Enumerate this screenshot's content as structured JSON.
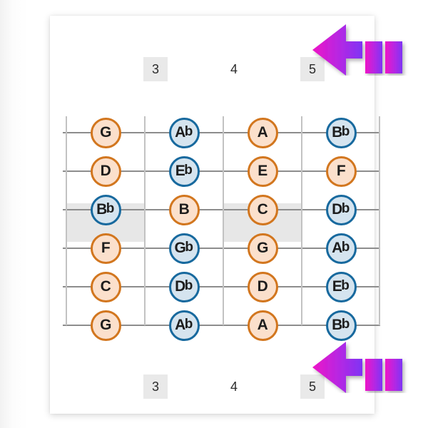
{
  "diagram": {
    "type": "guitar-fretboard",
    "title": "",
    "strings": 6,
    "frets_shown": 4,
    "fret_numbers_top": [
      "3",
      "4",
      "5"
    ],
    "fret_numbers_bottom": [
      "3",
      "4",
      "5"
    ],
    "marked_frets": [
      "3",
      "5"
    ],
    "colors": {
      "natural_ring": "#d2761e",
      "natural_fill": "#fbe0cc",
      "flat_ring": "#17699e",
      "flat_fill": "#d5e4ef",
      "string_line": "#8d8d8d",
      "fret_wire": "#c2c2c2",
      "inlay_shade": "#e7e7e7",
      "fret_label_chip": "#e9e9e9",
      "cursor_magenta": "#e81ec9",
      "cursor_purple": "#8f2bee"
    },
    "rows": [
      {
        "string_index": 1,
        "notes": [
          {
            "label": "G",
            "root": "G",
            "accidental": "",
            "kind": "natural"
          },
          {
            "label": "Ab",
            "root": "A",
            "accidental": "b",
            "kind": "flat"
          },
          {
            "label": "A",
            "root": "A",
            "accidental": "",
            "kind": "natural"
          },
          {
            "label": "Bb",
            "root": "B",
            "accidental": "b",
            "kind": "flat"
          }
        ]
      },
      {
        "string_index": 2,
        "notes": [
          {
            "label": "D",
            "root": "D",
            "accidental": "",
            "kind": "natural"
          },
          {
            "label": "Eb",
            "root": "E",
            "accidental": "b",
            "kind": "flat"
          },
          {
            "label": "E",
            "root": "E",
            "accidental": "",
            "kind": "natural"
          },
          {
            "label": "F",
            "root": "F",
            "accidental": "",
            "kind": "natural"
          }
        ]
      },
      {
        "string_index": 3,
        "notes": [
          {
            "label": "Bb",
            "root": "B",
            "accidental": "b",
            "kind": "flat"
          },
          {
            "label": "B",
            "root": "B",
            "accidental": "",
            "kind": "natural"
          },
          {
            "label": "C",
            "root": "C",
            "accidental": "",
            "kind": "natural"
          },
          {
            "label": "Db",
            "root": "D",
            "accidental": "b",
            "kind": "flat"
          }
        ]
      },
      {
        "string_index": 4,
        "notes": [
          {
            "label": "F",
            "root": "F",
            "accidental": "",
            "kind": "natural"
          },
          {
            "label": "Gb",
            "root": "G",
            "accidental": "b",
            "kind": "flat"
          },
          {
            "label": "G",
            "root": "G",
            "accidental": "",
            "kind": "natural"
          },
          {
            "label": "Ab",
            "root": "A",
            "accidental": "b",
            "kind": "flat"
          }
        ]
      },
      {
        "string_index": 5,
        "notes": [
          {
            "label": "C",
            "root": "C",
            "accidental": "",
            "kind": "natural"
          },
          {
            "label": "Db",
            "root": "D",
            "accidental": "b",
            "kind": "flat"
          },
          {
            "label": "D",
            "root": "D",
            "accidental": "",
            "kind": "natural"
          },
          {
            "label": "Eb",
            "root": "E",
            "accidental": "b",
            "kind": "flat"
          }
        ]
      },
      {
        "string_index": 6,
        "notes": [
          {
            "label": "G",
            "root": "G",
            "accidental": "",
            "kind": "natural"
          },
          {
            "label": "Ab",
            "root": "A",
            "accidental": "b",
            "kind": "flat"
          },
          {
            "label": "A",
            "root": "A",
            "accidental": "",
            "kind": "natural"
          },
          {
            "label": "Bb",
            "root": "B",
            "accidental": "b",
            "kind": "flat"
          }
        ]
      }
    ],
    "cursors": [
      {
        "name": "top-cursor",
        "direction": "left",
        "blocks": 2
      },
      {
        "name": "bottom-cursor",
        "direction": "left",
        "blocks": 2
      }
    ]
  }
}
